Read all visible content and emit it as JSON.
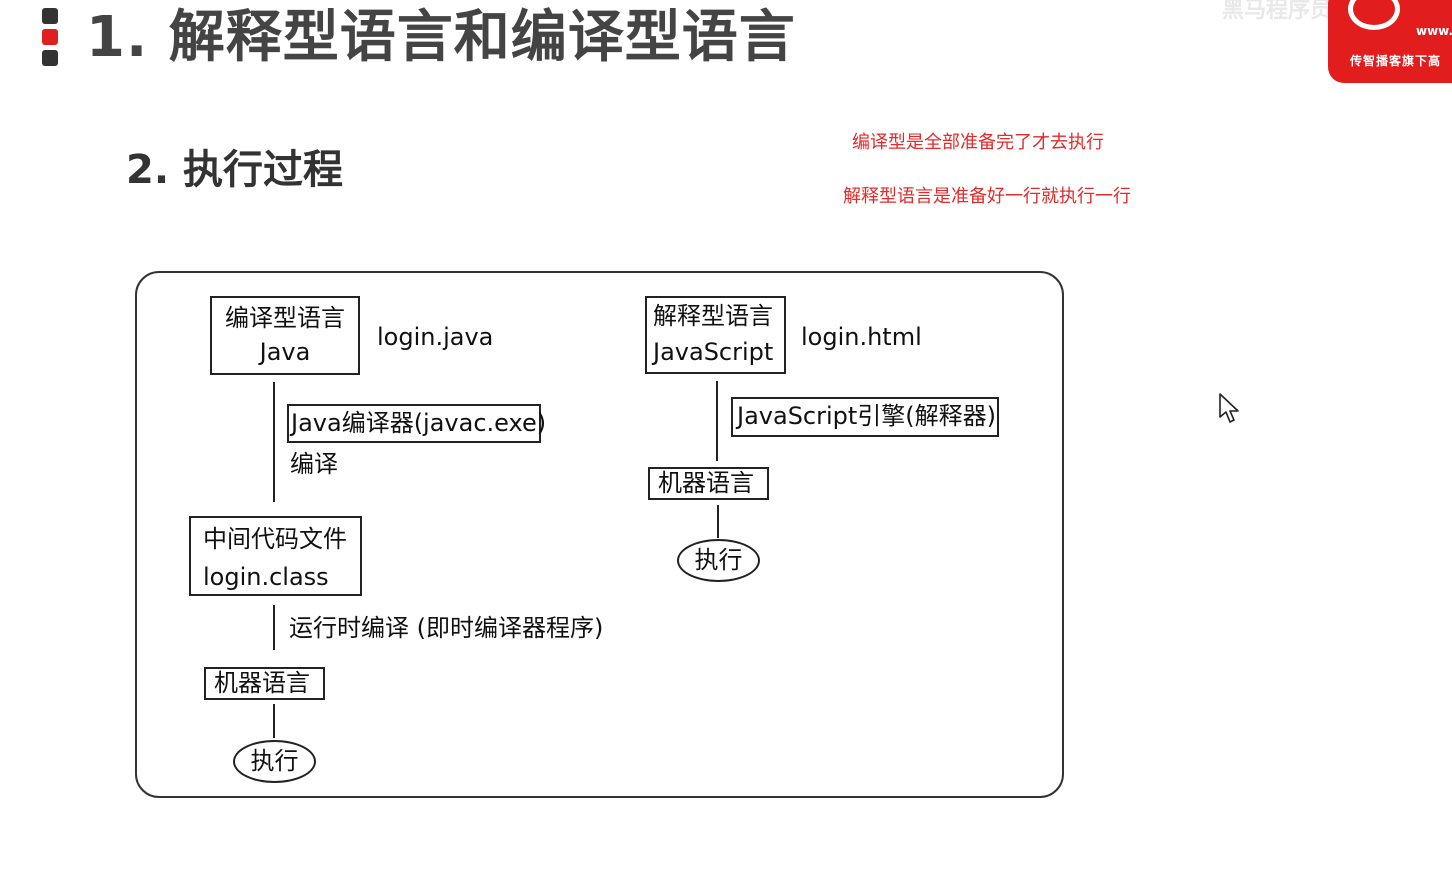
{
  "slide": {
    "title": "1. 解释型语言和编译型语言",
    "subtitle": "2. 执行过程",
    "notes": [
      "编译型是全部准备完了才去执行",
      "解释型语言是准备好一行就执行一行"
    ]
  },
  "logo": {
    "www": "www.",
    "slogan": "传智播客旗下高",
    "faint_text": "黑马程序员"
  },
  "diagram": {
    "compiled": {
      "box_line1": "编译型语言",
      "box_line2": "Java",
      "file": "login.java",
      "compiler": "Java编译器(javac.exe)",
      "compile_label": "编译",
      "middle_line1": "中间代码文件",
      "middle_line2": "login.class",
      "runtime_label": "运行时编译 (即时编译器程序)",
      "machine": "机器语言",
      "execute": "执行"
    },
    "interpreted": {
      "box_line1": "解释型语言",
      "box_line2": "JavaScript",
      "file": "login.html",
      "engine": "JavaScript引擎(解释器)",
      "machine": "机器语言",
      "execute": "执行"
    }
  },
  "colors": {
    "accent_red": "#e02020",
    "bullet_dark": "#333333",
    "bullet_red": "#e02020",
    "note_red": "#e52a2a",
    "logo_red": "#e21d1d"
  }
}
